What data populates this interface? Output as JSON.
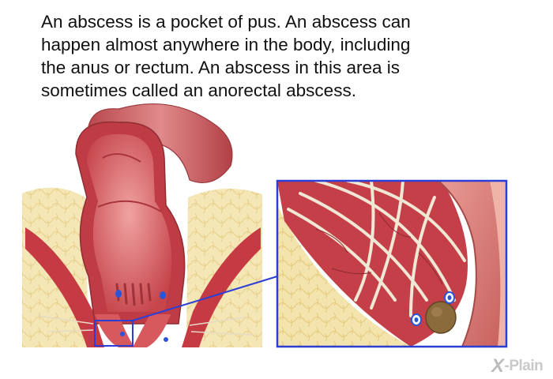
{
  "text": {
    "lines": [
      "An abscess is a pocket of pus. An abscess can",
      "happen almost anywhere in the body, including",
      "the anus or rectum. An abscess in this area is",
      "sometimes called an anorectal abscess."
    ]
  },
  "figure": {
    "name": "anorectal-anatomy-illustration",
    "inset_border_color": "#2b3fd6",
    "tissue_color": "#c9424a",
    "fat_color": "#f1dfa6",
    "abscess_color": "#8a6a3a"
  },
  "brand": {
    "logo_letter": "X",
    "logo_text": "-Plain"
  }
}
